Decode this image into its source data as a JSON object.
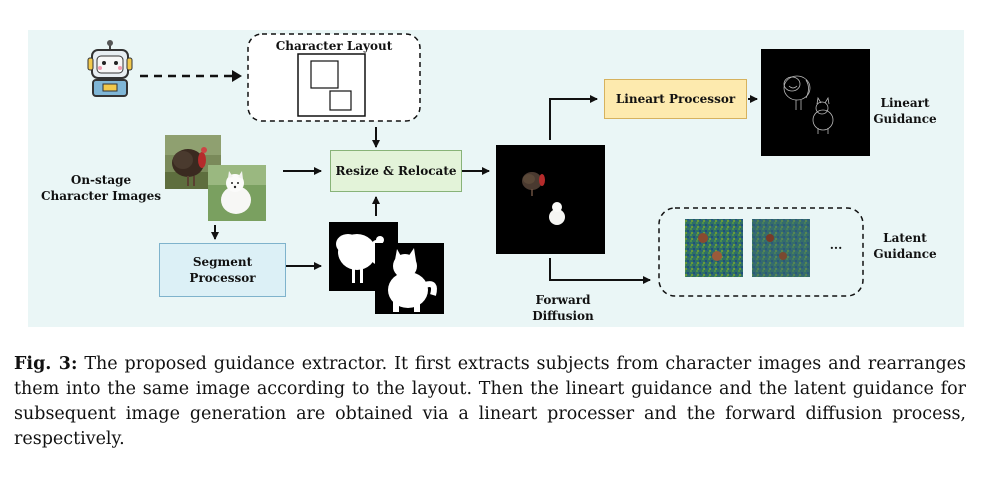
{
  "diagram": {
    "character_layout_label": "Character Layout",
    "onstage_label_line1": "On-stage",
    "onstage_label_line2": "Character Images",
    "resize_relocate_label": "Resize & Relocate",
    "segment_processor_line1": "Segment",
    "segment_processor_line2": "Processor",
    "lineart_processor_label": "Lineart Processor",
    "lineart_guidance_line1": "Lineart",
    "lineart_guidance_line2": "Guidance",
    "latent_guidance_line1": "Latent",
    "latent_guidance_line2": "Guidance",
    "forward_diffusion_line1": "Forward",
    "forward_diffusion_line2": "Diffusion",
    "ellipsis": "...",
    "colors": {
      "background": "#eaf6f6",
      "resize_box": "#e3f3d9",
      "segment_box": "#dcf0f6",
      "lineart_box": "#fdeaae"
    }
  },
  "caption": {
    "label": "Fig. 3:",
    "text": " The proposed guidance extractor. It first extracts subjects from character images and rearranges them into the same image according to the layout. Then the lineart guidance and the latent guidance for subsequent image generation are obtained via a lineart processer and the forward diffusion process, respectively."
  }
}
